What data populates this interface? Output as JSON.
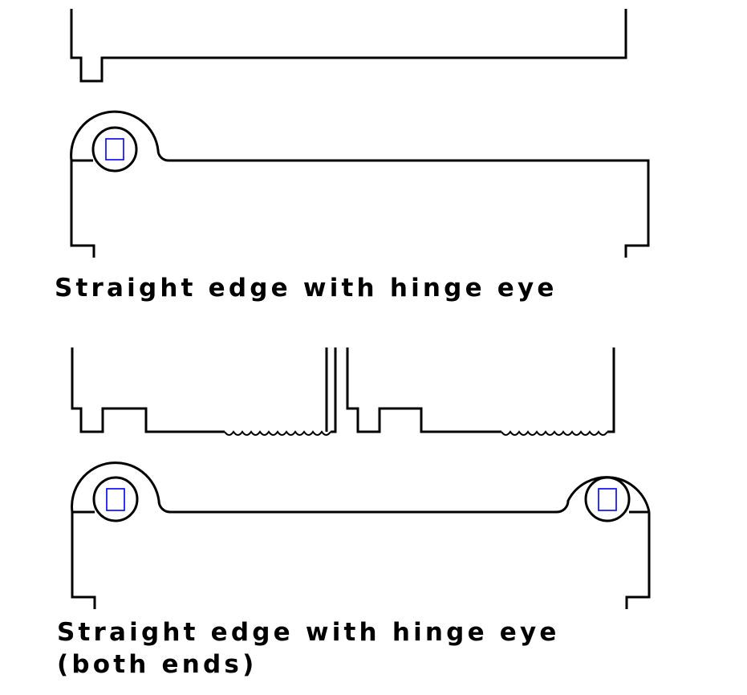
{
  "captions": {
    "figure_1": "Straight edge with hinge eye",
    "figure_2_line_1": "Straight edge with hinge eye",
    "figure_2_line_2": "(both ends)"
  },
  "colors": {
    "outline": "#000000",
    "pin": "#0000ee",
    "background": "#ffffff"
  }
}
